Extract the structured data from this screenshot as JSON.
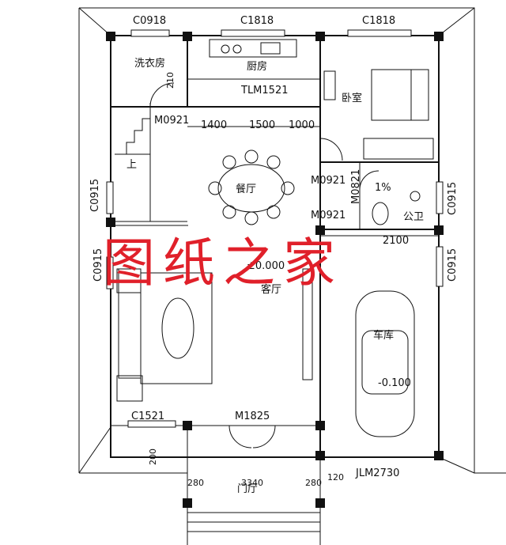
{
  "window_labels": {
    "top_left": "C0918",
    "top_mid": "C1818",
    "top_right": "C1818",
    "left_upper": "C0915",
    "left_lower": "C0915",
    "right_upper": "C0915",
    "right_lower": "C0915",
    "bottom_left": "C1521"
  },
  "door_labels": {
    "laundry": "M0921",
    "kitchen_slide": "TLM1521",
    "bedroom": "M0921",
    "bath": "M0821",
    "bath2": "M0921",
    "main": "M1825",
    "garage": "JLM2730"
  },
  "rooms": {
    "laundry": "洗衣房",
    "kitchen": "厨房",
    "bedroom": "卧室",
    "dining": "餐厅",
    "bathroom": "公卫",
    "living": "客厅",
    "garage": "车库",
    "foyer": "门厅"
  },
  "marks": {
    "stairs_up": "上",
    "living_level": "±0.000",
    "garage_level": "-0.100",
    "slope": "1%",
    "laundry_dim": "210"
  },
  "dimensions": {
    "d1": "1400",
    "d2": "1500",
    "d3": "1000",
    "garage_width": "2100",
    "porch_left": "280",
    "porch_mid": "3340",
    "porch_right": "280",
    "porch_depth": "200",
    "garage_gap": "120"
  },
  "watermark": "图纸之家",
  "colors": {
    "line": "#111111",
    "watermark": "#e0202a"
  }
}
